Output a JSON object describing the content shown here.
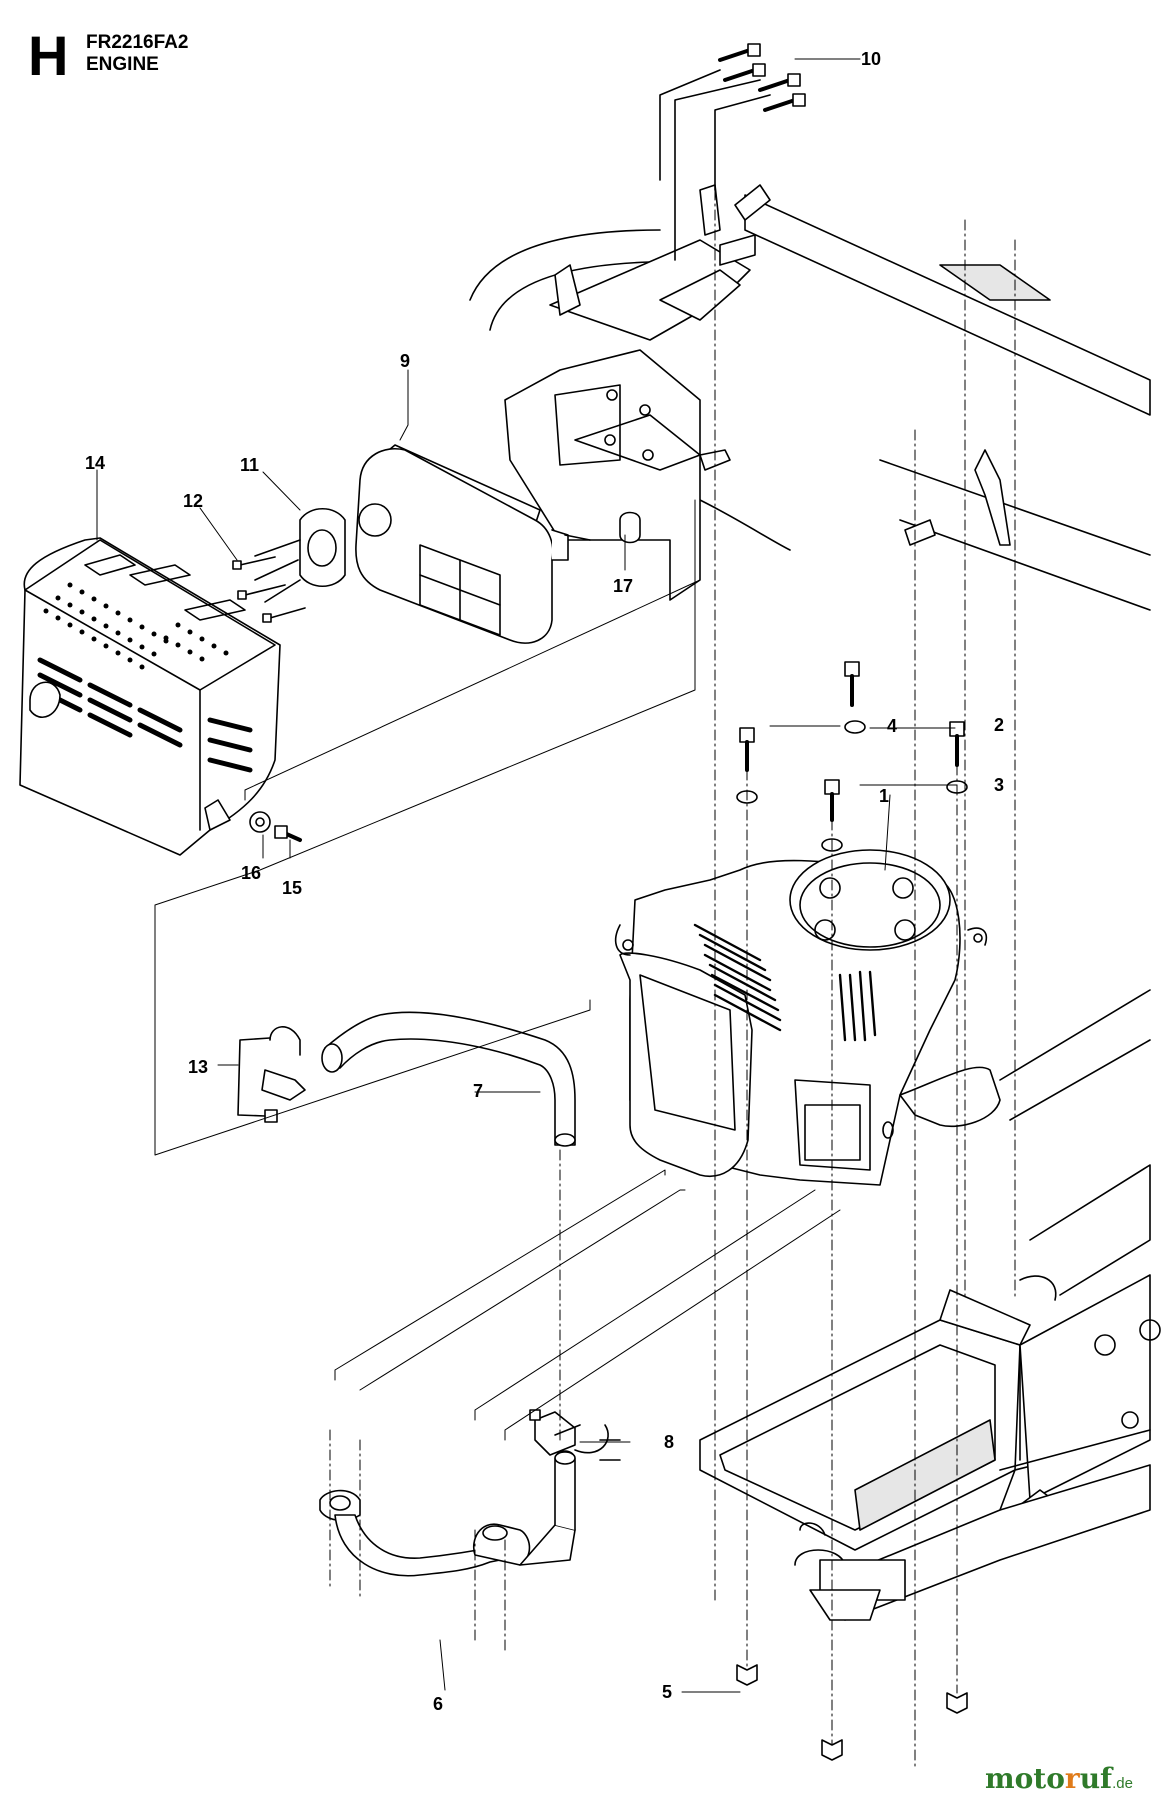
{
  "header": {
    "section_letter": "H",
    "model": "FR2216FA2",
    "section_name": "ENGINE"
  },
  "callouts": [
    "1",
    "2",
    "3",
    "4",
    "5",
    "6",
    "7",
    "8",
    "9",
    "10",
    "11",
    "12",
    "13",
    "14",
    "15",
    "16",
    "17"
  ],
  "watermark": {
    "text_main": "moto",
    "text_mark": "r",
    "text_rest": "uf",
    "text_tld": ".de"
  },
  "colors": {
    "line": "#000000",
    "fill_light": "#ffffff",
    "fill_grey": "#e6e6e6",
    "watermark_green": "#2f7a2a",
    "watermark_orange": "#e07b1a"
  }
}
